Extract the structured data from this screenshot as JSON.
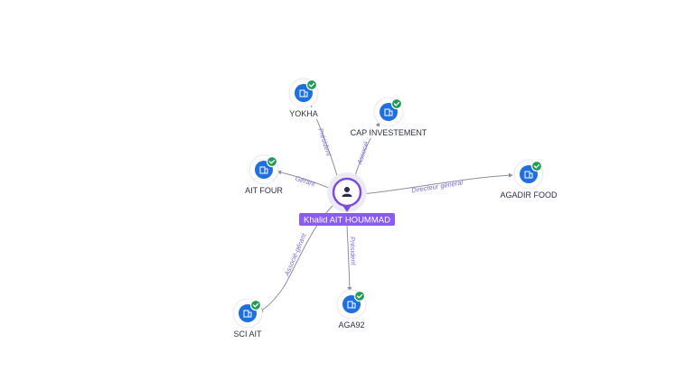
{
  "center": {
    "name": "Khalid AIT HOUMMAD",
    "icon": "person-icon",
    "color": "#7c4ddb"
  },
  "companies": [
    {
      "id": "yokha",
      "name": "YOKHA",
      "relation": "Président",
      "icon": "building-icon",
      "verified": true
    },
    {
      "id": "cap",
      "name": "CAP INVESTEMENT",
      "relation": "Associé",
      "icon": "building-icon",
      "verified": true
    },
    {
      "id": "aitfour",
      "name": "AIT FOUR",
      "relation": "Gérant",
      "icon": "building-icon",
      "verified": true
    },
    {
      "id": "agadir",
      "name": "AGADIR FOOD",
      "relation": "Directeur général",
      "icon": "building-icon",
      "verified": true
    },
    {
      "id": "sciait",
      "name": "SCI AIT",
      "relation": "Associé-gérant",
      "icon": "building-icon",
      "verified": true
    },
    {
      "id": "aga92",
      "name": "AGA92",
      "relation": "Président",
      "icon": "building-icon",
      "verified": true
    }
  ],
  "colors": {
    "company_node": "#1f6fe0",
    "verified_badge": "#1f9d55",
    "edge_label": "#7a6ee0",
    "center_label_bg": "#8a5cf0"
  }
}
